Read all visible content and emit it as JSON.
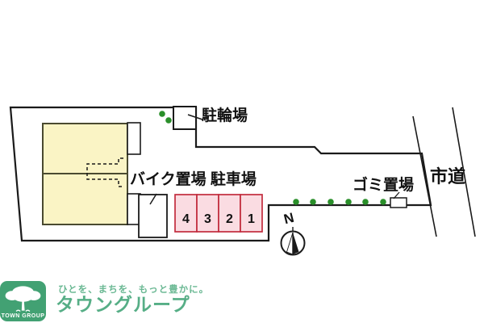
{
  "map": {
    "labels": {
      "bicycle_parking": "駐輪場",
      "bike_storage_and_parking": "バイク置場 駐車場",
      "garbage_area": "ゴミ置場",
      "city_road": "市道",
      "compass_north": "N"
    },
    "parking": {
      "numbers": [
        "4",
        "3",
        "2",
        "1"
      ]
    }
  },
  "footer": {
    "logo_badge_text": "TOWN GROUP",
    "tagline": "ひとを、まちを、もっと豊かに。",
    "brand": "タウングループ"
  },
  "colors": {
    "site_fill": "#efefef",
    "outline": "#1a1a1a",
    "building_fill": "#faf4c5",
    "building_stroke": "#4a4a30",
    "parking_fill": "#fadce2",
    "parking_stroke": "#c22c3e",
    "tree_green": "#2a8f2a",
    "logo_green": "#42a173",
    "brand_green": "#56ae86",
    "tagline_green": "#6ab893"
  }
}
